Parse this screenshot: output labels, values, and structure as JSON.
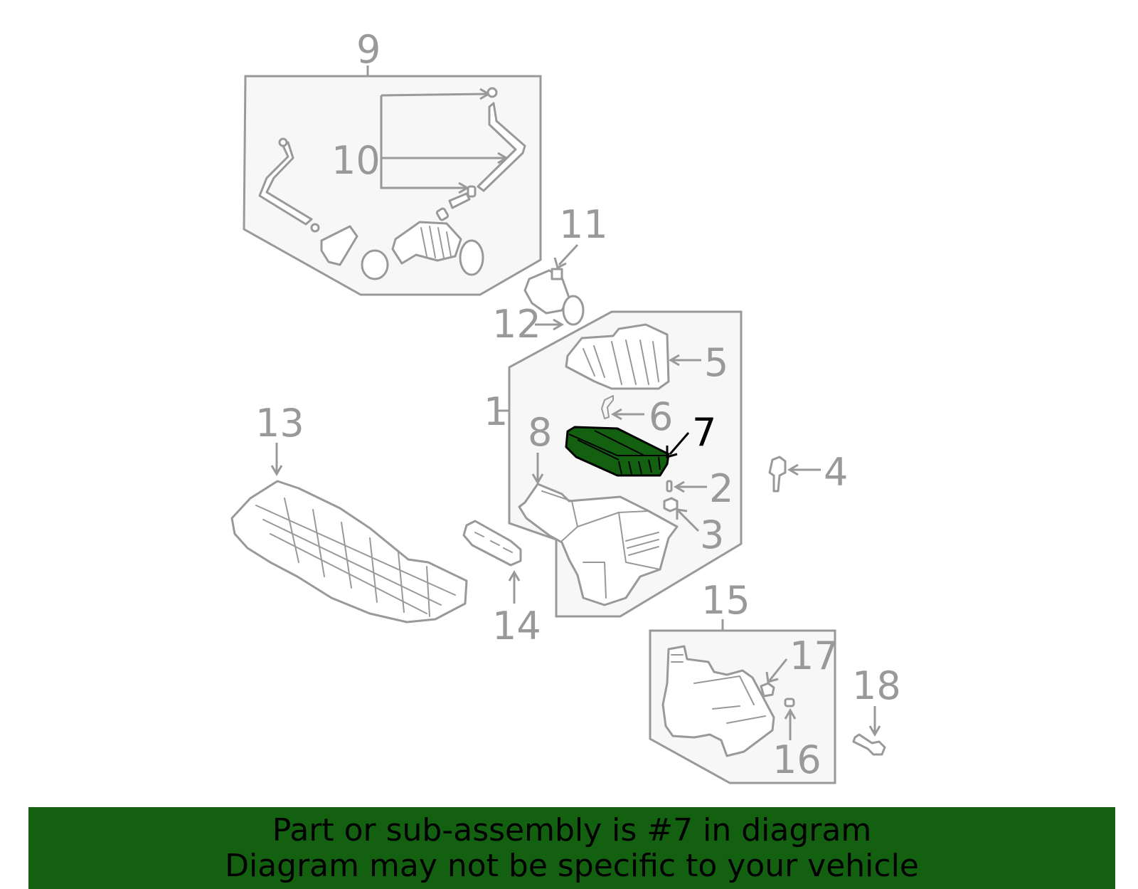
{
  "diagram": {
    "highlight_color": "#136110",
    "part_line_color": "#999999",
    "callouts": {
      "c1": "1",
      "c2": "2",
      "c3": "3",
      "c4": "4",
      "c5": "5",
      "c6": "6",
      "c7": "7",
      "c8": "8",
      "c9": "9",
      "c10": "10",
      "c11": "11",
      "c12": "12",
      "c13": "13",
      "c14": "14",
      "c15": "15",
      "c16": "16",
      "c17": "17",
      "c18": "18"
    },
    "highlighted_part": "7"
  },
  "banner": {
    "line1": "Part or sub-assembly is #7 in diagram",
    "line2": "Diagram may not be specific to your vehicle",
    "background": "#136110"
  }
}
